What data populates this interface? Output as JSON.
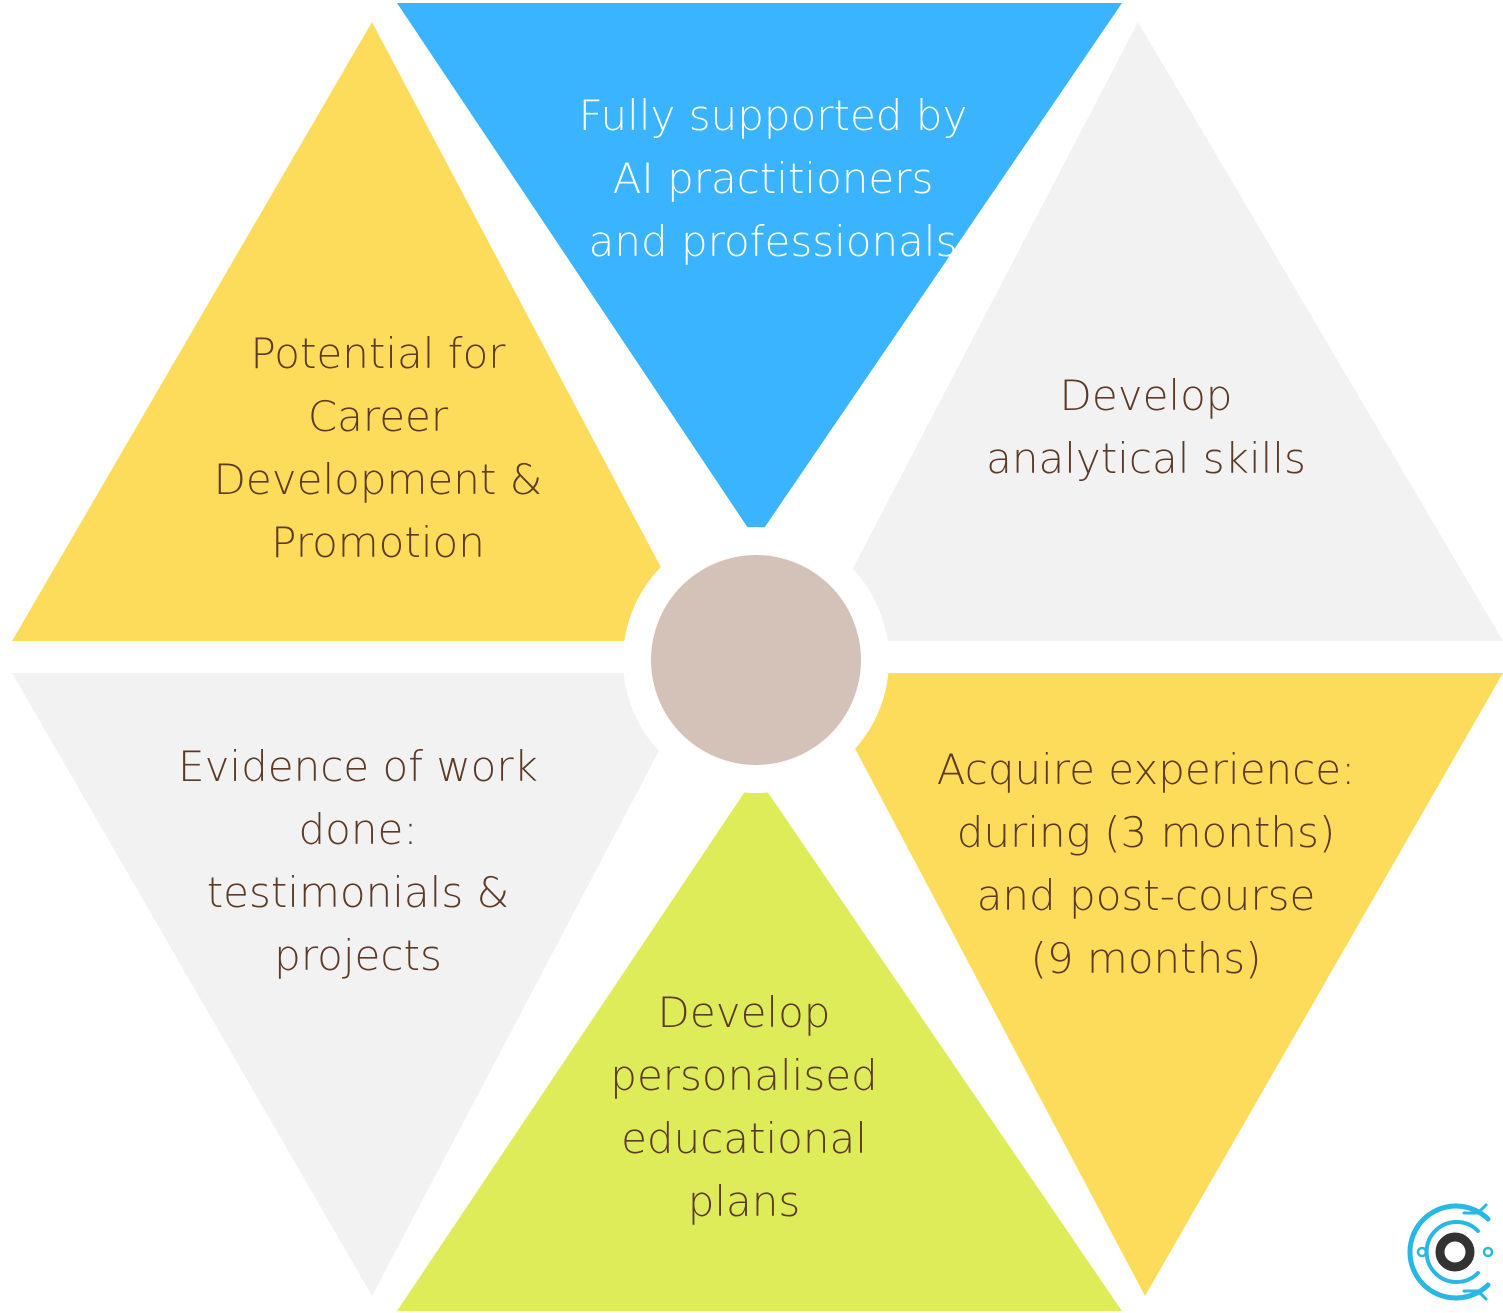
{
  "colors": {
    "blue": "#3ab4ff",
    "yellow": "#fddc5c",
    "light_gray": "#f2f2f2",
    "lime": "#dfec5a",
    "center_circle": "#d4c2b9",
    "text_brown": "#5b3a26",
    "text_white": "#ffffff",
    "logo_cyan": "#28b8e6",
    "logo_dark": "#333333"
  },
  "segments": {
    "top": {
      "color": "blue",
      "lines": [
        "Fully supported by",
        "AI practitioners",
        "and professionals"
      ]
    },
    "upper_right": {
      "color": "light_gray",
      "lines": [
        "Develop",
        "analytical skills"
      ]
    },
    "lower_right": {
      "color": "yellow",
      "lines": [
        "Acquire experience:",
        "during (3 months)",
        "and post-course",
        "(9 months)"
      ]
    },
    "bottom": {
      "color": "lime",
      "lines": [
        "Develop",
        "personalised",
        "educational",
        "plans"
      ]
    },
    "lower_left": {
      "color": "light_gray",
      "lines": [
        "Evidence of work",
        "done:",
        "testimonials &",
        "projects"
      ]
    },
    "upper_left": {
      "color": "yellow",
      "lines": [
        "Potential for",
        "Career",
        "Development &",
        "Promotion"
      ]
    }
  },
  "logo": {
    "icon": "circuit-c-logo-icon"
  }
}
